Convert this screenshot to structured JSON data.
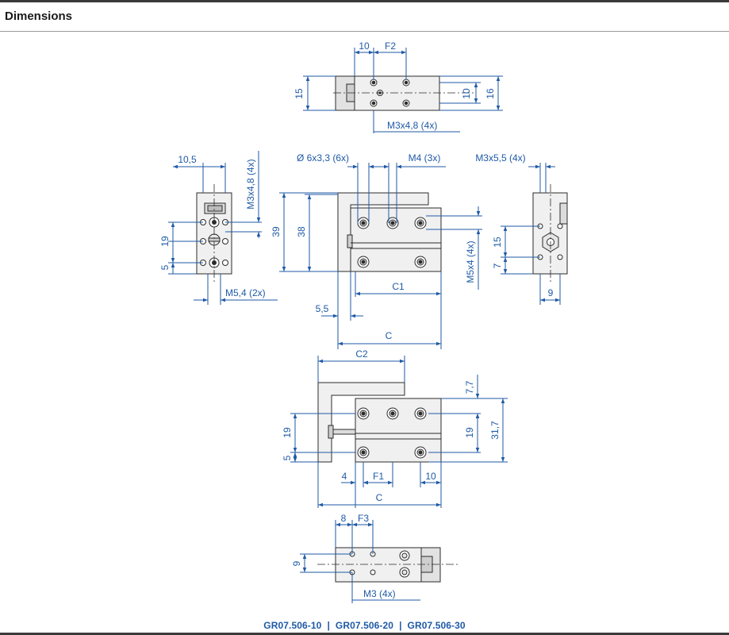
{
  "header": {
    "title": "Dimensions"
  },
  "colors": {
    "dimension": "#1f5aa6",
    "part_outline": "#2b2b2b",
    "part_fill": "#f0f0f0",
    "rule": "#3a3a3a"
  },
  "views": {
    "top": {
      "labels": {
        "d10": "10",
        "f2": "F2",
        "d15": "15",
        "d10v": "10",
        "d16": "16",
        "thread": "M3x4,8 (4x)"
      }
    },
    "left": {
      "labels": {
        "d10_5": "10,5",
        "thread_v": "M3x4,8 (4x)",
        "d19": "19",
        "d5": "5",
        "thread_b": "M5,4 (2x)"
      }
    },
    "front": {
      "labels": {
        "bore": "Ø 6x3,3 (6x)",
        "m4": "M4 (3x)",
        "d39": "39",
        "d38": "38",
        "m5": "M5x4 (4x)",
        "c1": "C1",
        "d5_5": "5,5",
        "c": "C"
      }
    },
    "right": {
      "labels": {
        "thread": "M3x5,5 (4x)",
        "d15": "15",
        "d7": "7",
        "d9": "9"
      }
    },
    "side": {
      "labels": {
        "c2": "C2",
        "d7_7": "7,7",
        "d19l": "19",
        "d5": "5",
        "d19r": "19",
        "d31_7": "31,7",
        "d4": "4",
        "f1": "F1",
        "d10": "10",
        "c": "C"
      }
    },
    "bottom": {
      "labels": {
        "d8": "8",
        "f3": "F3",
        "d9": "9",
        "thread": "M3 (4x)"
      }
    }
  },
  "footer": {
    "models": [
      "GR07.506-10",
      "GR07.506-20",
      "GR07.506-30"
    ],
    "separator": "|"
  }
}
